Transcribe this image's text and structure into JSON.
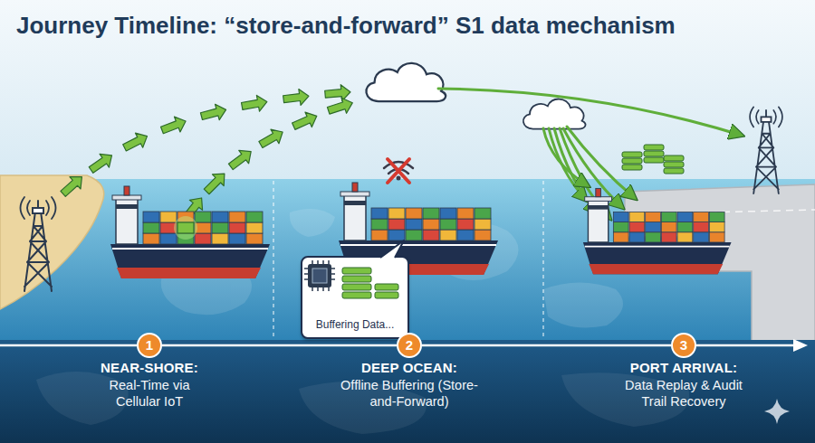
{
  "diagram": {
    "title": "Journey Timeline: “store-and-forward” S1 data mechanism",
    "nodes": [
      {
        "text": [
          "Buffering Data..."
        ]
      },
      {
        "text": [
          "1"
        ]
      },
      {
        "text": [
          "2"
        ]
      },
      {
        "text": [
          "3"
        ]
      }
    ],
    "edges": [
      {
        "from": 1,
        "to": 2,
        "arrow": "none"
      },
      {
        "from": 2,
        "to": 3,
        "arrow": "none"
      }
    ],
    "labels": [
      "NEAR-SHORE:",
      "Real-Time via Cellular IoT",
      "DEEP OCEAN:",
      "Offline Buffering (Store-and-Forward)",
      "PORT ARRIVAL:",
      "Data Replay & Audit Trail Recovery"
    ]
  }
}
